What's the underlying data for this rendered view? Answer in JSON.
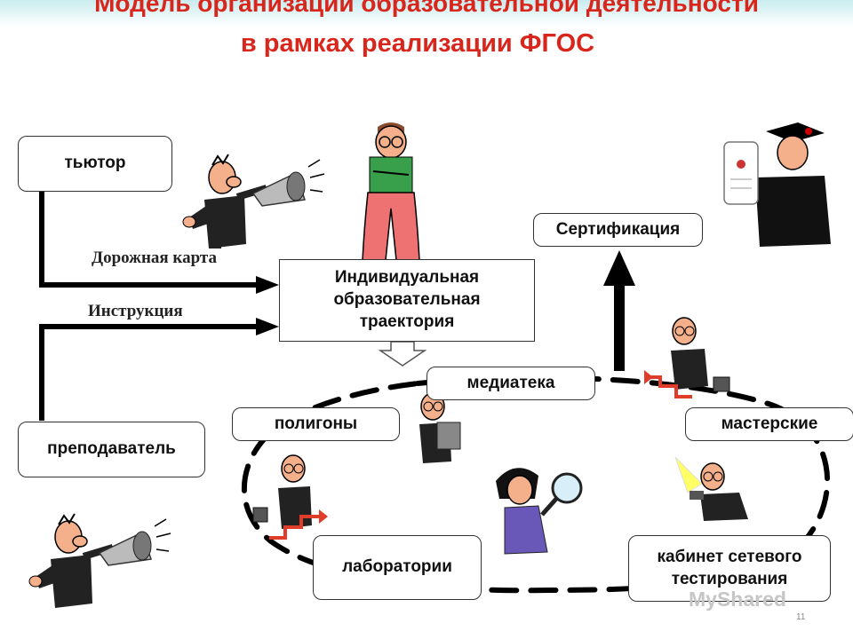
{
  "title": {
    "line1": "Модель организации образовательной деятельности",
    "line2": "в рамках реализации ФГОС"
  },
  "nodes": {
    "tutor": "тьютор",
    "teacher": "преподаватель",
    "trajectory": "Индивидуальная образовательная траектория",
    "certification": "Сертификация",
    "media_library": "медиатека",
    "polygons": "полигоны",
    "workshops": "мастерские",
    "laboratories": "лаборатории",
    "testing_room": "кабинет сетевого тестирования"
  },
  "edge_labels": {
    "roadmap": "Дорожная карта",
    "instruction": "Инструкция"
  },
  "page_number": "11",
  "watermark": "MyShared"
}
